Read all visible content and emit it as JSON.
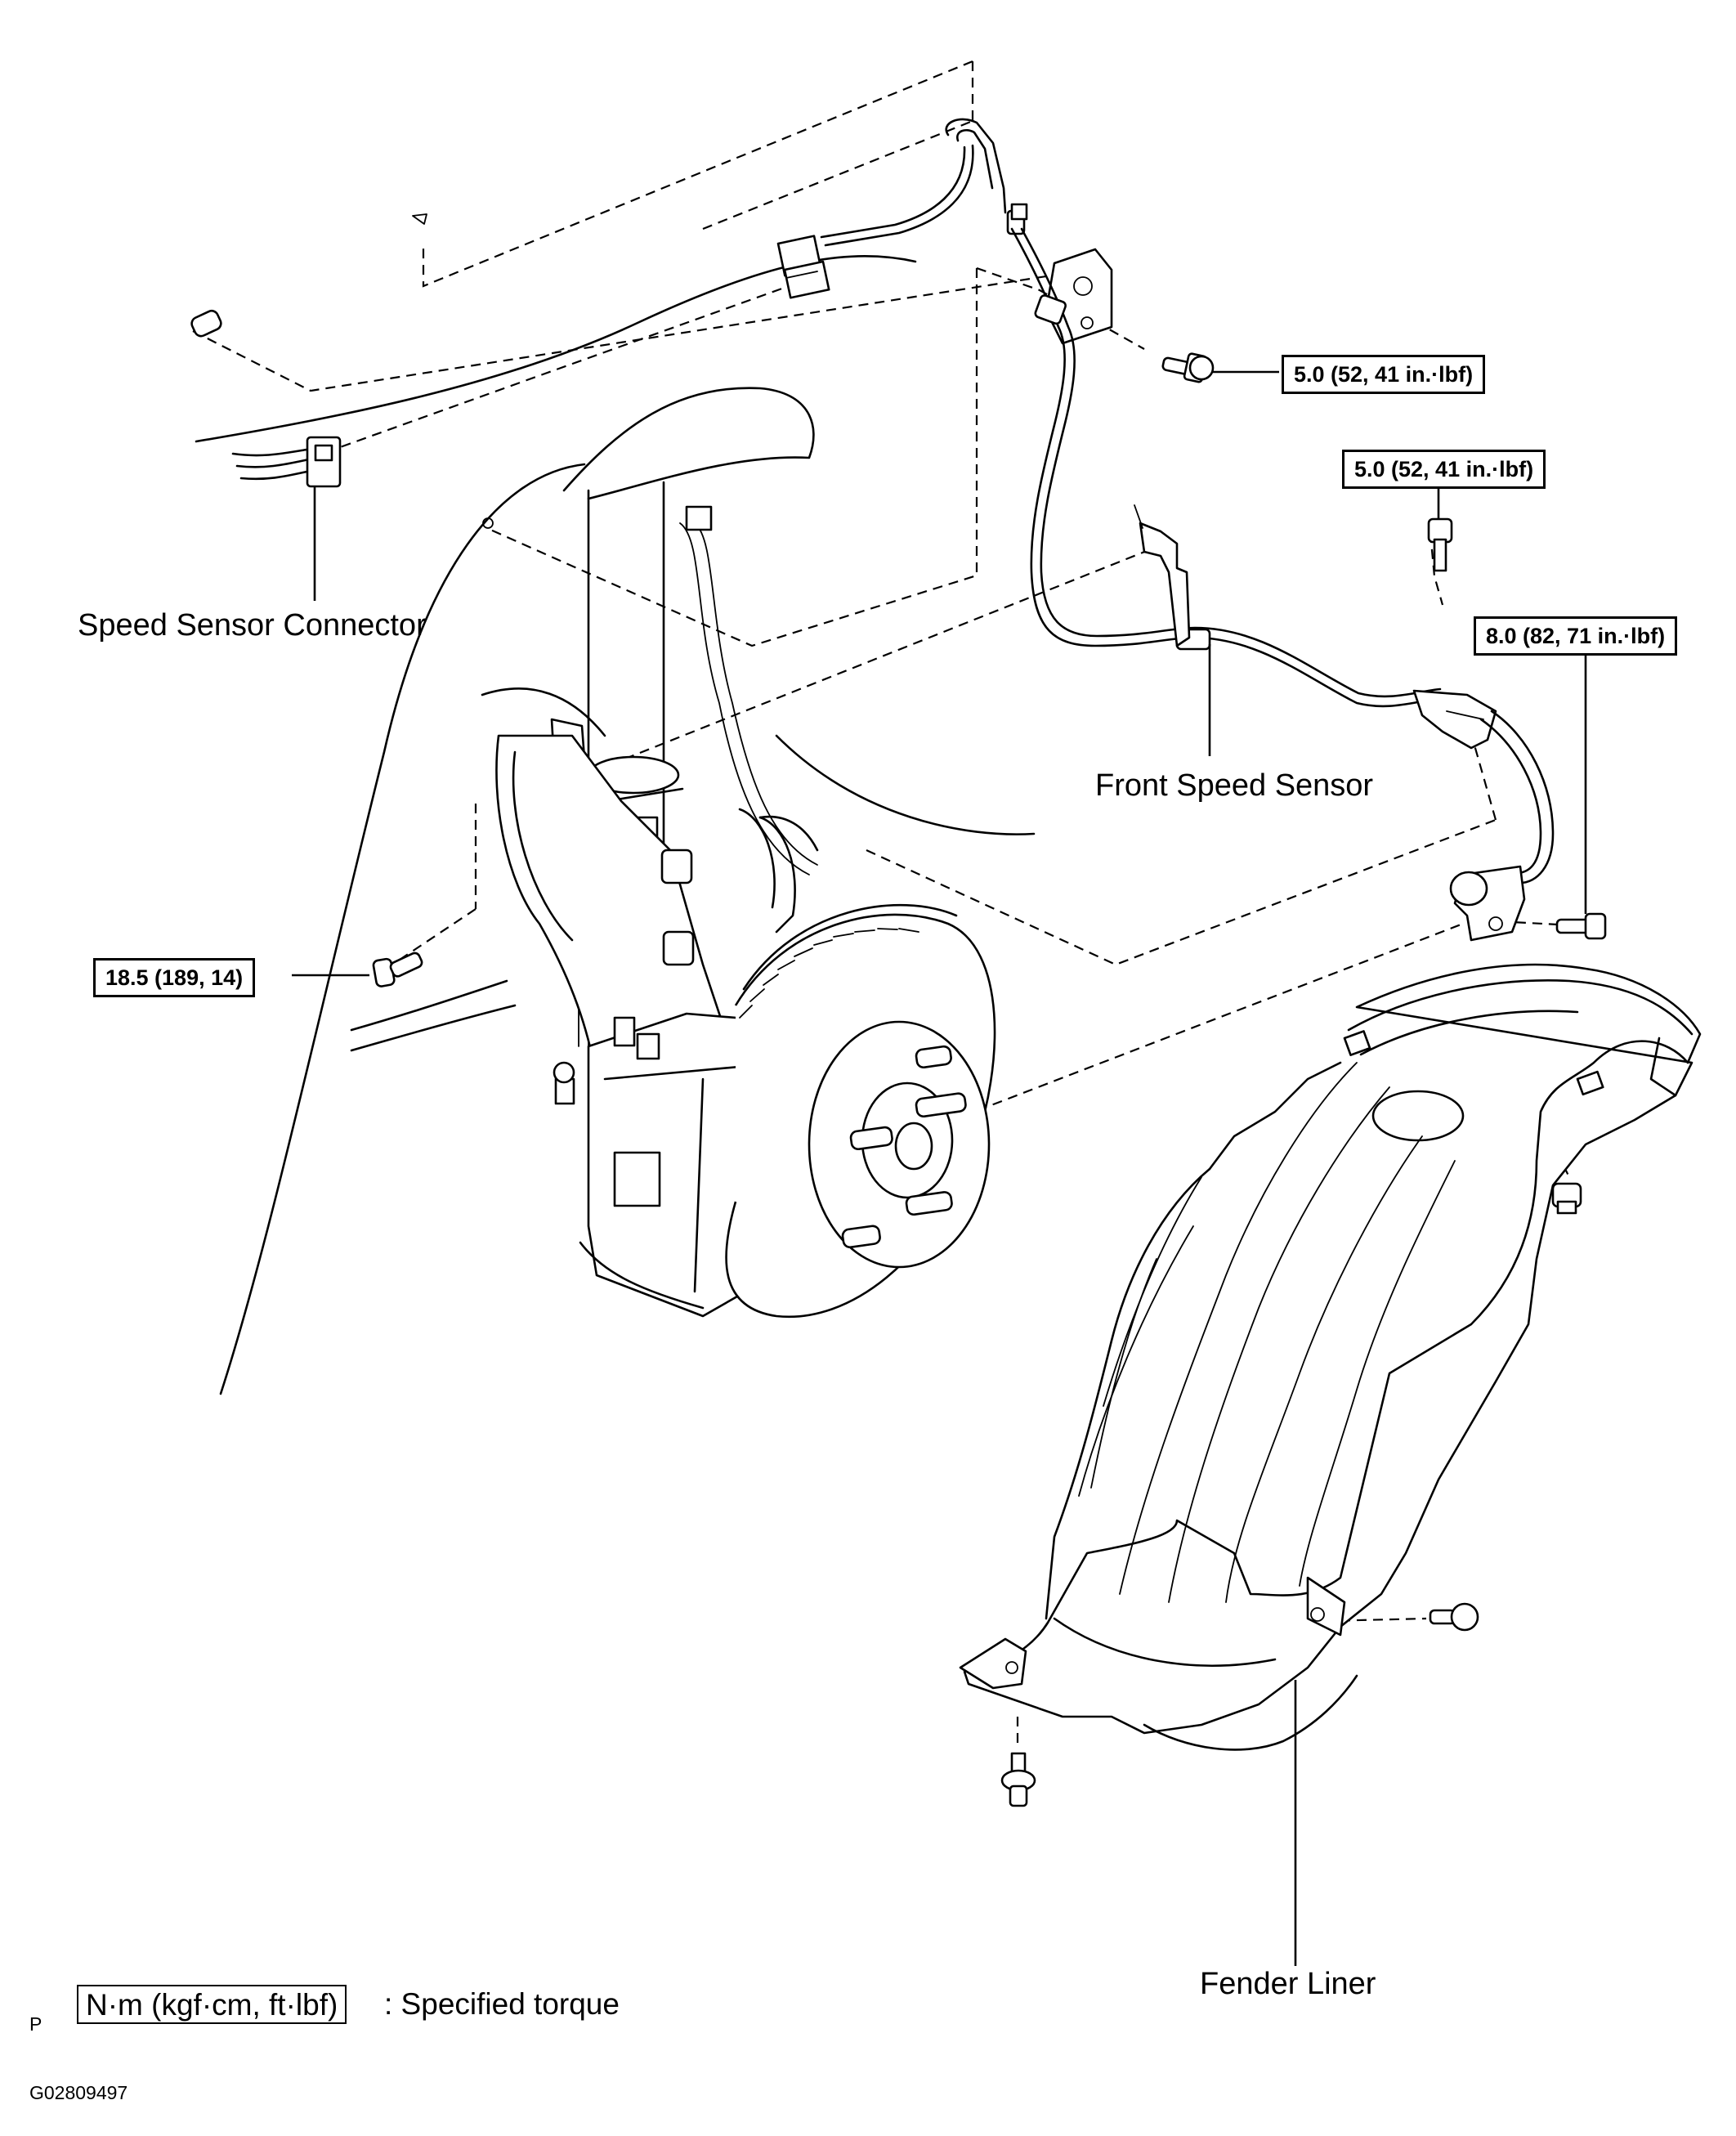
{
  "labels": {
    "speed_sensor_connector": "Speed Sensor Connector",
    "front_speed_sensor": "Front Speed Sensor",
    "fender_liner": "Fender Liner"
  },
  "torques": {
    "clamp_bolt_upper": "5.0 (52, 41 in.·lbf)",
    "bracket_bolt": "5.0 (52, 41 in.·lbf)",
    "sensor_bolt": "8.0 (82, 71 in.·lbf)",
    "brake_hose_bolt": "18.5 (189, 14)"
  },
  "legend": {
    "unit_box": "N·m (kgf·cm, ft·lbf)",
    "description": ": Specified torque"
  },
  "footer": {
    "page_marker": "P",
    "figure_id": "G02809497"
  }
}
